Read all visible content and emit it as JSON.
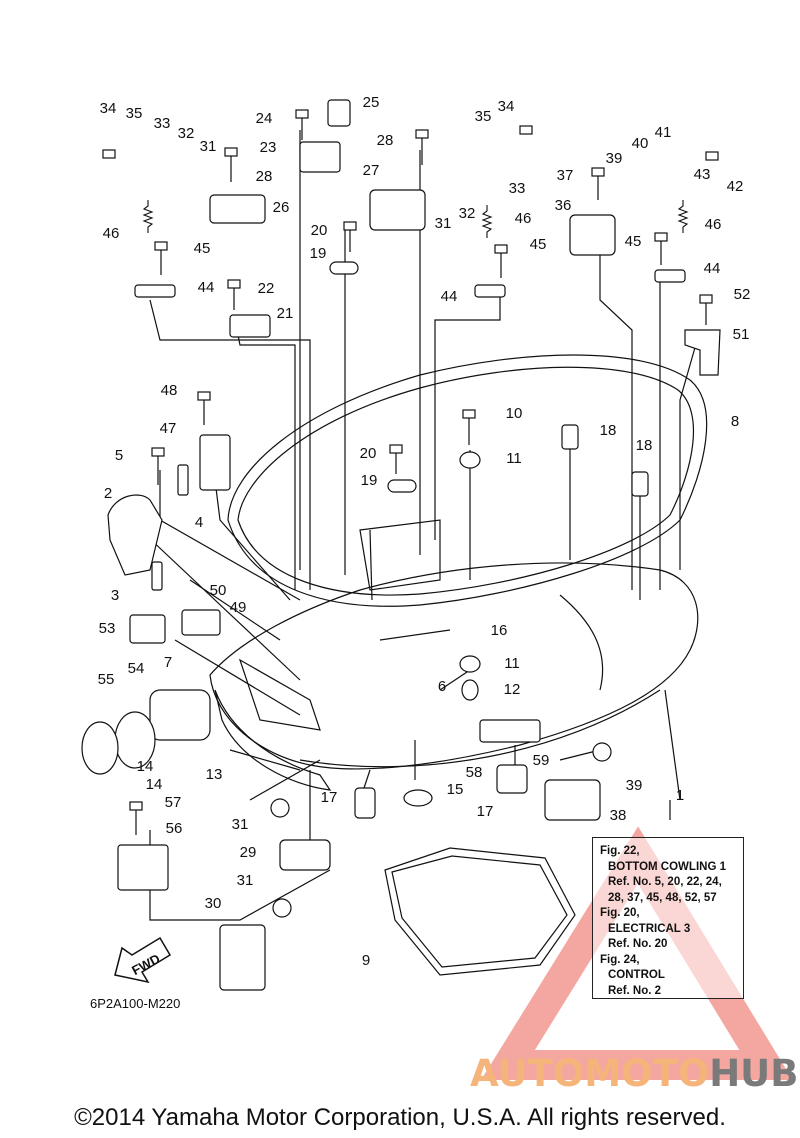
{
  "diagram": {
    "code": "6P2A100-M220",
    "fwd_label": "FWD",
    "copyright": "©2014 Yamaha Motor Corporation, U.S.A. All rights reserved."
  },
  "reference_box": {
    "lines": [
      {
        "text": "Fig. 22,",
        "kind": "title"
      },
      {
        "text": "BOTTOM COWLING 1",
        "kind": "sub"
      },
      {
        "text": "Ref. No. 5, 20, 22, 24,",
        "kind": "sub"
      },
      {
        "text": "28, 37, 45, 48, 52, 57",
        "kind": "sub"
      },
      {
        "text": "Fig. 20,",
        "kind": "title"
      },
      {
        "text": "ELECTRICAL 3",
        "kind": "sub"
      },
      {
        "text": "Ref. No. 20",
        "kind": "sub"
      },
      {
        "text": "Fig. 24,",
        "kind": "title"
      },
      {
        "text": "CONTROL",
        "kind": "sub"
      },
      {
        "text": "Ref. No. 2",
        "kind": "sub"
      }
    ]
  },
  "watermark": {
    "part1": "AUTOMOTO",
    "part2": "HUB",
    "color1": "#f5b47a",
    "color2": "#7a7a7a",
    "triangle_color": "#f08a80"
  },
  "callouts": [
    "34",
    "35",
    "33",
    "32",
    "31",
    "28",
    "26",
    "24",
    "25",
    "23",
    "27",
    "20",
    "19",
    "35",
    "34",
    "28",
    "33",
    "32",
    "31",
    "46",
    "45",
    "44",
    "37",
    "39",
    "40",
    "41",
    "43",
    "42",
    "36",
    "46",
    "45",
    "44",
    "46",
    "45",
    "44",
    "22",
    "21",
    "52",
    "51",
    "48",
    "47",
    "10",
    "18",
    "18",
    "8",
    "5",
    "20",
    "11",
    "19",
    "2",
    "4",
    "50",
    "3",
    "49",
    "53",
    "16",
    "7",
    "55",
    "54",
    "11",
    "6",
    "12",
    "14",
    "13",
    "14",
    "17",
    "15",
    "58",
    "59",
    "39",
    "57",
    "31",
    "17",
    "38",
    "56",
    "29",
    "1",
    "31",
    "30",
    "9"
  ]
}
